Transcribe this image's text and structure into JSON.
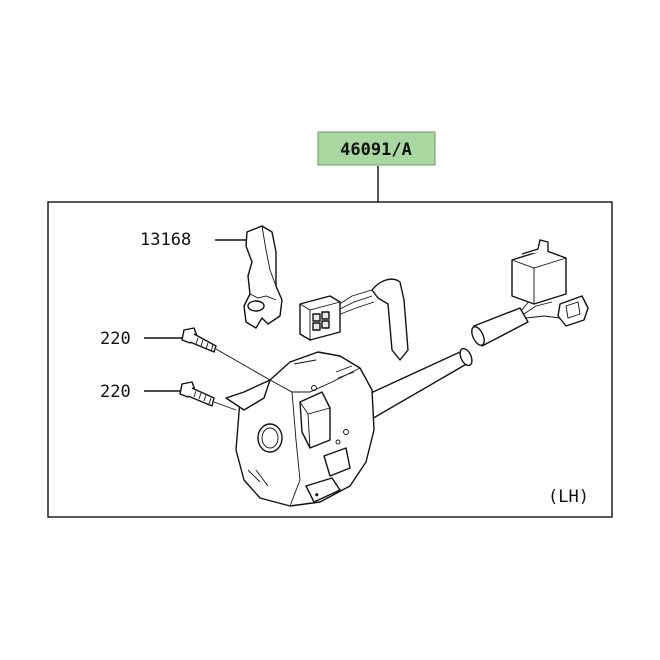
{
  "assembly": {
    "part_number": "46091/A",
    "highlight_color": "#a8d8a0",
    "side_label": "(LH)"
  },
  "callouts": [
    {
      "part_number": "13168",
      "item": "switch-housing-cover"
    },
    {
      "part_number": "220",
      "item": "upper-screw"
    },
    {
      "part_number": "220",
      "item": "lower-screw"
    }
  ]
}
